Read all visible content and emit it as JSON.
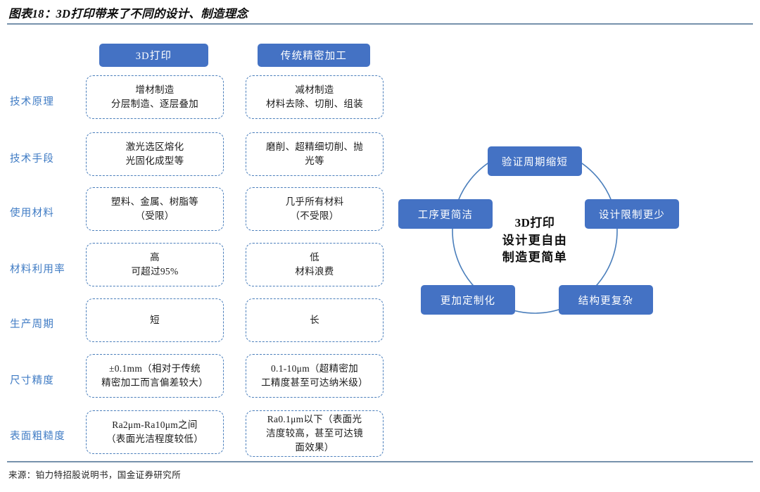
{
  "header": {
    "title": "图表18：3D打印带来了不同的设计、制造理念"
  },
  "footer": {
    "source": "来源：铂力特招股说明书，国金证券研究所"
  },
  "colors": {
    "brand_blue": "#4472C4",
    "label_blue": "#3F7BC4",
    "dash_border": "#4A7EBB",
    "rule": "#7792AC",
    "text_dark": "#1A1A1A"
  },
  "comparison": {
    "columns": [
      {
        "id": "3d-printing",
        "label": "3D打印"
      },
      {
        "id": "traditional-precision-machining",
        "label": "传统精密加工"
      }
    ],
    "rows": [
      {
        "label": "技术原理",
        "a": [
          "增材制造",
          "分层制造、逐层叠加"
        ],
        "b": [
          "减材制造",
          "材料去除、切削、组装"
        ]
      },
      {
        "label": "技术手段",
        "a": [
          "激光选区熔化",
          "光固化成型等"
        ],
        "b": [
          "磨削、超精细切削、抛",
          "光等"
        ]
      },
      {
        "label": "使用材料",
        "a": [
          "塑料、金属、树脂等",
          "（受限）"
        ],
        "b": [
          "几乎所有材料",
          "（不受限）"
        ]
      },
      {
        "label": "材料利用率",
        "a": [
          "高",
          "可超过95%"
        ],
        "b": [
          "低",
          "材料浪费"
        ]
      },
      {
        "label": "生产周期",
        "a": [
          "短"
        ],
        "b": [
          "长"
        ]
      },
      {
        "label": "尺寸精度",
        "a": [
          "±0.1mm（相对于传统",
          "精密加工而言偏差较大）"
        ],
        "b": [
          "0.1-10μm（超精密加",
          "工精度甚至可达纳米级）"
        ]
      },
      {
        "label": "表面粗糙度",
        "a": [
          "Ra2μm-Ra10μm之间",
          "（表面光洁程度较低）"
        ],
        "b": [
          "Ra0.1μm以下（表面光",
          "洁度较高，甚至可达镜",
          "面效果）"
        ]
      }
    ]
  },
  "cycle": {
    "center": [
      "3D打印",
      "设计更自由",
      "制造更简单"
    ],
    "nodes": [
      {
        "id": "top",
        "label": "验证周期缩短"
      },
      {
        "id": "right",
        "label": "设计限制更少"
      },
      {
        "id": "bottom-right",
        "label": "结构更复杂"
      },
      {
        "id": "bottom-left",
        "label": "更加定制化"
      },
      {
        "id": "left",
        "label": "工序更简洁"
      }
    ]
  }
}
